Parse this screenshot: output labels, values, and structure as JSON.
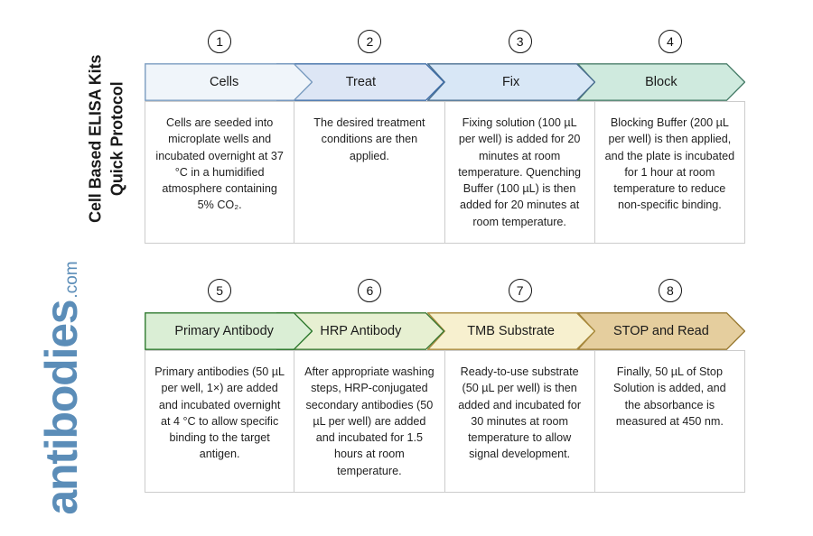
{
  "title": {
    "line1": "Cell Based ELISA Kits",
    "line2": "Quick Protocol"
  },
  "logo": {
    "word": "antibodies",
    "tld": ".com",
    "color": "#5b8db8"
  },
  "rows": [
    {
      "row_id": "row-1",
      "steps": [
        {
          "number": "1",
          "label": "Cells",
          "description": "Cells are seeded into microplate wells and incubated overnight at 37 °C in a humidified atmosphere containing 5% CO₂.",
          "fill": "#f0f5fa",
          "stroke": "#7a9cc0"
        },
        {
          "number": "2",
          "label": "Treat",
          "description": "The desired treatment conditions are then applied.",
          "fill": "#dde6f5",
          "stroke": "#3f6ea8"
        },
        {
          "number": "3",
          "label": "Fix",
          "description": "Fixing solution (100 µL per well) is added for 20 minutes at room temperature. Quenching Buffer (100 µL) is then added for 20 minutes at room temperature.",
          "fill": "#d8e7f6",
          "stroke": "#4a6f90"
        },
        {
          "number": "4",
          "label": "Block",
          "description": "Blocking Buffer (200 µL per well) is then applied, and the plate is incubated for 1 hour at room temperature to reduce non-specific binding.",
          "fill": "#cfeade",
          "stroke": "#4a7f6b"
        }
      ]
    },
    {
      "row_id": "row-2",
      "steps": [
        {
          "number": "5",
          "label": "Primary Antibody",
          "description": "Primary antibodies (50 µL per well, 1×) are added and incubated overnight at 4 °C to allow specific binding to the target antigen.",
          "fill": "#daeed5",
          "stroke": "#2f7a2f"
        },
        {
          "number": "6",
          "label": "HRP Antibody",
          "description": "After appropriate washing steps, HRP-conjugated secondary antibodies (50 µL per well) are added and incubated for 1.5 hours at room temperature.",
          "fill": "#e7f0d2",
          "stroke": "#3d7a34"
        },
        {
          "number": "7",
          "label": "TMB Substrate",
          "description": "Ready-to-use substrate (50 µL per well) is then added and incubated for 30 minutes at room temperature to allow signal development.",
          "fill": "#f7f0cf",
          "stroke": "#a98a3c"
        },
        {
          "number": "8",
          "label": "STOP and Read",
          "description": "Finally, 50 µL of Stop Solution is added, and the absorbance is measured at 450 nm.",
          "fill": "#e5ce9e",
          "stroke": "#9a7b34"
        }
      ]
    }
  ]
}
